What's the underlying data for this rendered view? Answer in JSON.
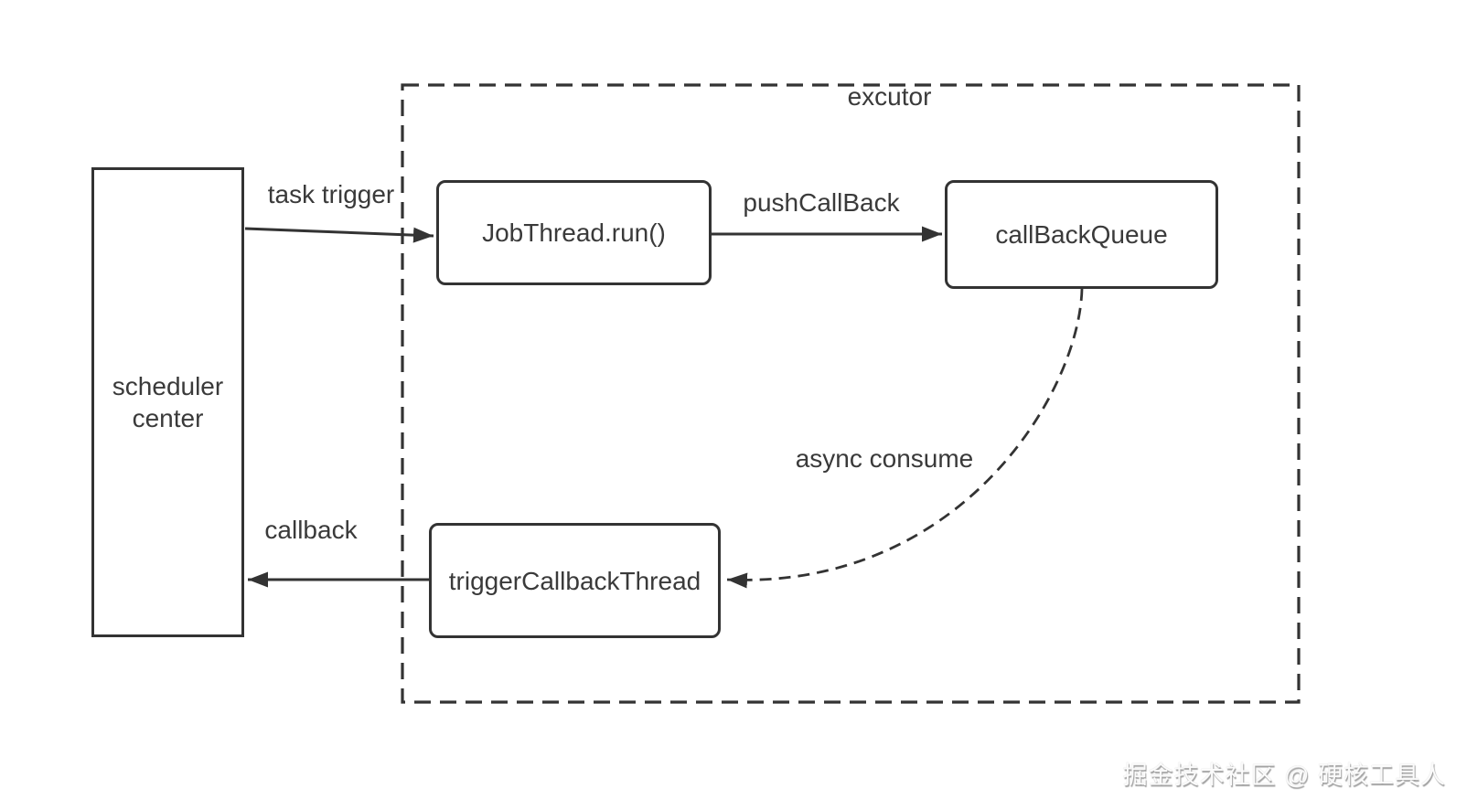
{
  "diagram": {
    "executor_group": {
      "label": "excutor"
    },
    "nodes": {
      "scheduler_center": {
        "label": "scheduler center"
      },
      "job_thread": {
        "label": "JobThread.run()"
      },
      "callback_queue": {
        "label": "callBackQueue"
      },
      "trigger_callback_thread": {
        "label": "triggerCallbackThread"
      }
    },
    "edges": {
      "task_trigger": {
        "label": "task trigger",
        "style": "solid"
      },
      "push_callback": {
        "label": "pushCallBack",
        "style": "solid"
      },
      "async_consume": {
        "label": "async consume",
        "style": "dashed-curve"
      },
      "callback": {
        "label": "callback",
        "style": "solid"
      }
    },
    "colors": {
      "line": "#333333",
      "text": "#3a3a3a",
      "background": "#ffffff"
    }
  },
  "watermark": {
    "text": "掘金技术社区 @ 硬核工具人"
  }
}
